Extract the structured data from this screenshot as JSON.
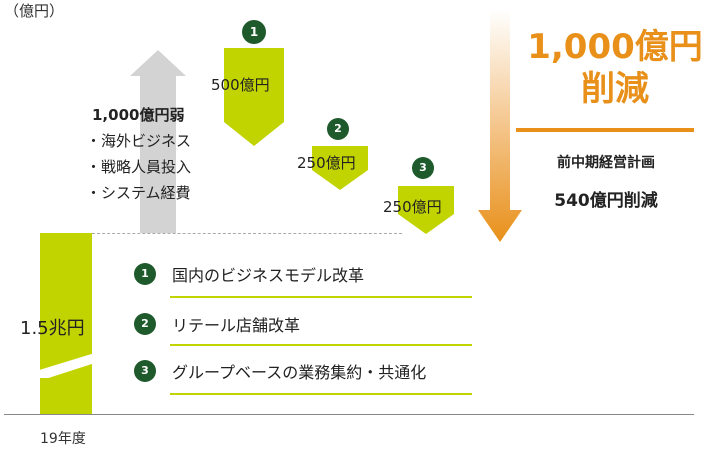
{
  "unit_label": "（億円）",
  "x_label": "19年度",
  "base": {
    "value_label": "1.5兆円"
  },
  "increase": {
    "title": "1,000億円弱",
    "items": [
      "・海外ビジネス",
      "・戦略人員投入",
      "・システム経費"
    ]
  },
  "steps": [
    {
      "number": "1",
      "label": "500億円"
    },
    {
      "number": "2",
      "label": "250億円"
    },
    {
      "number": "3",
      "label": "250億円"
    }
  ],
  "reduction": {
    "total": "1,000億円",
    "total_suffix": "削減",
    "plan_title": "前中期経営計画",
    "plan_value": "540億円削減"
  },
  "initiatives": [
    {
      "number": "1",
      "label": "国内のビジネスモデル改革"
    },
    {
      "number": "2",
      "label": "リテール店舗改革"
    },
    {
      "number": "3",
      "label": "グループベースの業務集約・共通化"
    }
  ],
  "colors": {
    "lime": "#c2d400",
    "dark_green": "#1f5a2c",
    "orange": "#e8901a",
    "gray": "#d3d3d3"
  }
}
